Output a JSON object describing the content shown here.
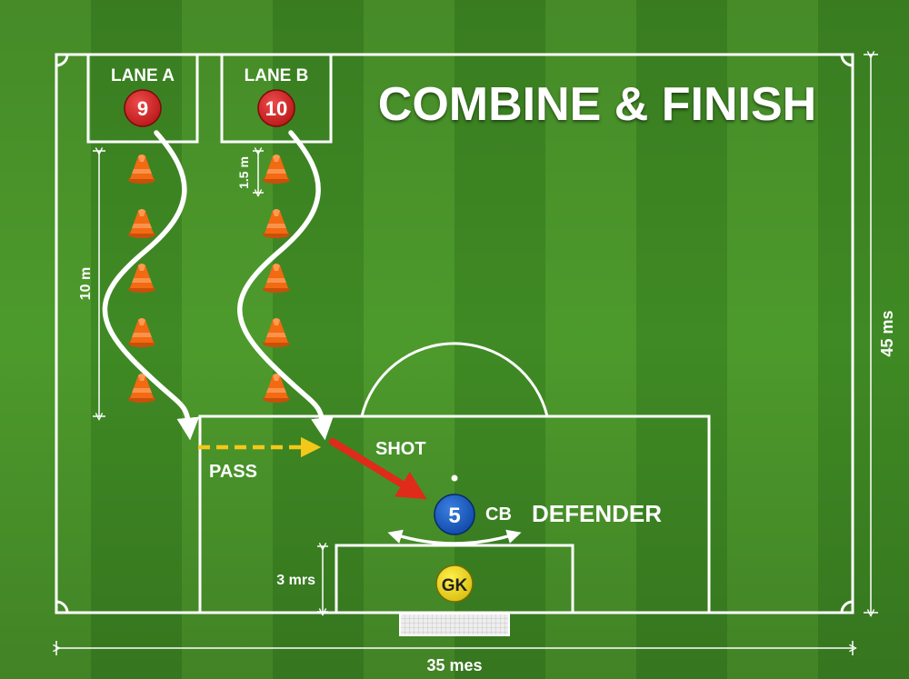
{
  "title": "COMBINE & FINISH",
  "lanes": [
    {
      "label": "LANE A",
      "player_number": "9"
    },
    {
      "label": "LANE B",
      "player_number": "10"
    }
  ],
  "measurements": {
    "lane_length": "10 m",
    "cone_spacing": "1.5 m",
    "box_depth": "3 mrs",
    "field_width": "35 mes",
    "field_length": "45 ms"
  },
  "actions": {
    "pass": "PASS",
    "shot": "SHOT"
  },
  "defender": {
    "number": "5",
    "position": "CB",
    "role": "DEFENDER"
  },
  "goalkeeper": "GK",
  "colors": {
    "grass_light": "#4d9a2c",
    "grass_dark": "#3f8a24",
    "lines": "#ffffff",
    "attacker": "#d42a2a",
    "defender": "#1a5fc8",
    "goalkeeper": "#f2dc1e",
    "cone": "#f26a12",
    "pass_arrow": "#f3c81a",
    "shot_arrow": "#e02a1a"
  }
}
